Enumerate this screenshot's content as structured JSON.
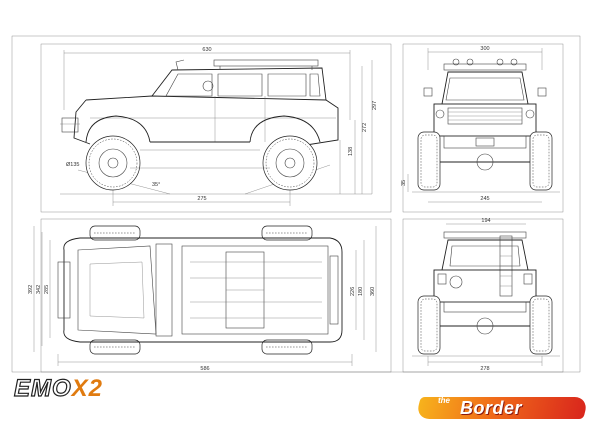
{
  "brand_logo": {
    "text": "EMO",
    "suffix": "X2"
  },
  "dealer_logo": {
    "small": "the",
    "large": "Border"
  },
  "dimensions": {
    "side_length": "630",
    "side_height": "297",
    "side_roof_height": "272",
    "side_body_height": "138",
    "side_wheelbase": "275",
    "side_angle": "35°",
    "side_wheel": "Ø135",
    "front_width": "300",
    "front_track": "245",
    "front_left": "35",
    "top_length": "586",
    "top_width_1": "392",
    "top_width_2": "342",
    "top_width_3": "285",
    "top_right_1": "226",
    "top_right_2": "180",
    "top_right_3": "360",
    "rear_top": "194",
    "rear_track": "278"
  }
}
